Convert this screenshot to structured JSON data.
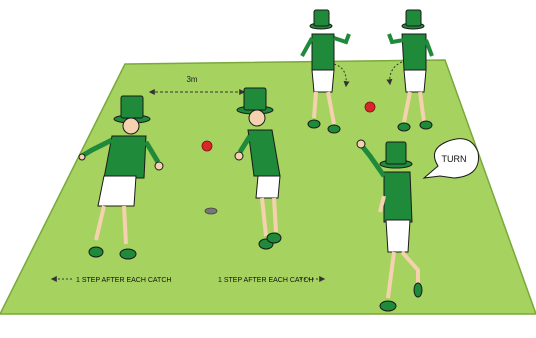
{
  "labels": {
    "distance": "3m",
    "left_instruction": "1 STEP AFTER EACH CATCH",
    "right_instruction": "1 STEP AFTER EACH CATCH",
    "speech": "TURN"
  },
  "colors": {
    "field": "#a6d35f",
    "field_edge": "#7aa83c",
    "jersey": "#1f8a3a",
    "jersey_dark": "#146a2a",
    "shorts": "#ffffff",
    "skin": "#f4d2b0",
    "outline": "#1a1a1a",
    "ball": "#d9262b",
    "marker": "#707070",
    "arrow": "#333333"
  },
  "icons": {
    "ball": "cricket-ball-icon",
    "marker": "cone-marker-icon"
  }
}
